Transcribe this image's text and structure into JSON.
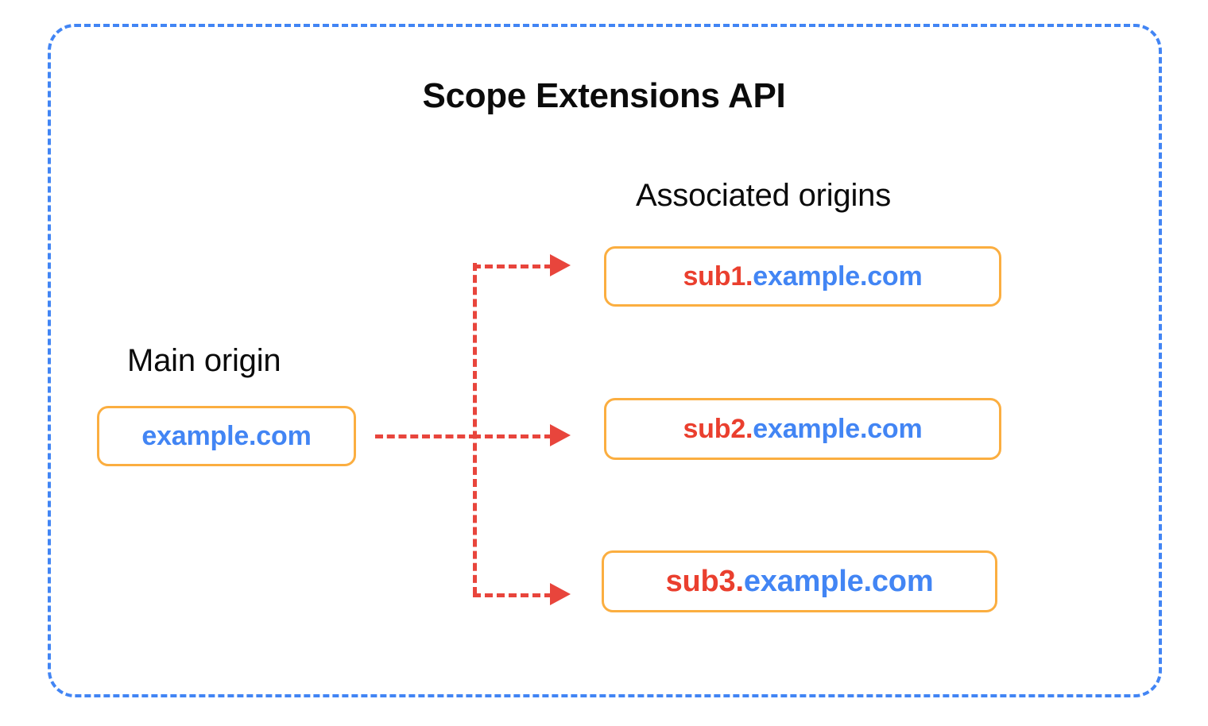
{
  "diagram": {
    "title": "Scope Extensions API",
    "frame_color": "#4285F4",
    "box_border_color": "#FBAE40",
    "arrow_color": "#E8453C",
    "subdomain_color": "#EA3F2E",
    "domain_color": "#4285F4"
  },
  "main_origin": {
    "label": "Main origin",
    "box": {
      "sub_part": "",
      "domain_part": "example.com",
      "full": "example.com"
    }
  },
  "associated_origins": {
    "label": "Associated origins",
    "boxes": [
      {
        "sub_part": "sub1.",
        "domain_part": "example.com",
        "full": "sub1.example.com"
      },
      {
        "sub_part": "sub2.",
        "domain_part": "example.com",
        "full": "sub2.example.com"
      },
      {
        "sub_part": "sub3.",
        "domain_part": "example.com",
        "full": "sub3.example.com"
      }
    ]
  },
  "connectors": [
    {
      "from": "example.com",
      "to": "sub1.example.com",
      "style": "dashed-arrow"
    },
    {
      "from": "example.com",
      "to": "sub2.example.com",
      "style": "dashed-arrow"
    },
    {
      "from": "example.com",
      "to": "sub3.example.com",
      "style": "dashed-arrow"
    }
  ]
}
